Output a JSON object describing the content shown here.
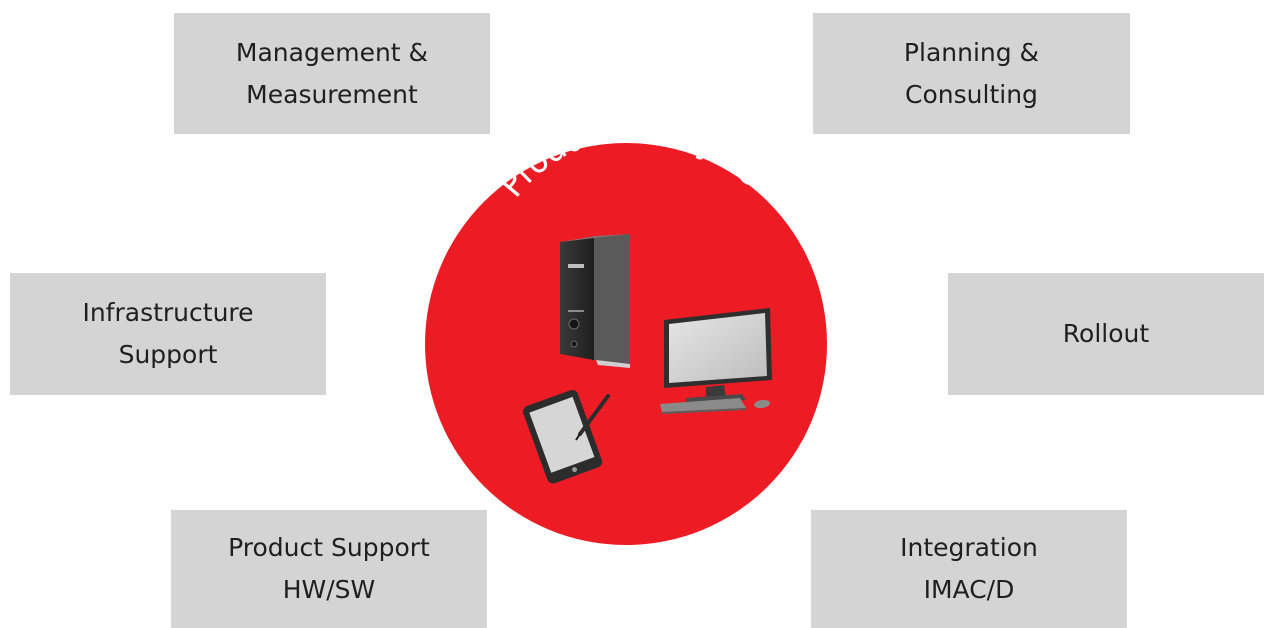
{
  "hub": {
    "title": "Product Lifecycle",
    "color": "#ed1c24",
    "devices": [
      "tower-pc-icon",
      "desktop-monitor-icon",
      "keyboard-icon",
      "mouse-icon",
      "tablet-with-stylus-icon"
    ]
  },
  "boxes": {
    "management": "Management &\nMeasurement",
    "planning": "Planning &\nConsulting",
    "infrastructure": "Infrastructure\nSupport",
    "rollout": "Rollout",
    "product_support": "Product Support\nHW/SW",
    "integration": "Integration\nIMAC/D"
  },
  "colors": {
    "box_fill": "#d4d4d4",
    "text": "#1f1f1f"
  }
}
